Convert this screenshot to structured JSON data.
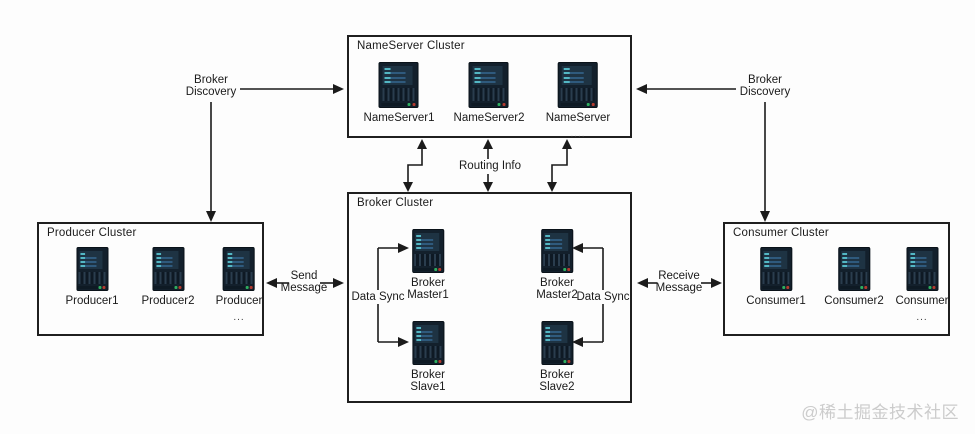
{
  "clusters": {
    "nameserver": {
      "title": "NameServer Cluster",
      "nodes": [
        {
          "label": "NameServer1"
        },
        {
          "label": "NameServer2"
        },
        {
          "label": "NameServer",
          "more": "...."
        }
      ]
    },
    "broker": {
      "title": "Broker Cluster",
      "nodes": [
        {
          "line1": "Broker",
          "line2": "Master1"
        },
        {
          "line1": "Broker",
          "line2": "Master2"
        },
        {
          "line1": "Broker",
          "line2": "Slave1"
        },
        {
          "line1": "Broker",
          "line2": "Slave2"
        }
      ]
    },
    "producer": {
      "title": "Producer Cluster",
      "nodes": [
        {
          "label": "Producer1"
        },
        {
          "label": "Producer2"
        },
        {
          "label": "Producer",
          "more": "..."
        }
      ]
    },
    "consumer": {
      "title": "Consumer Cluster",
      "nodes": [
        {
          "label": "Consumer1"
        },
        {
          "label": "Consumer2"
        },
        {
          "label": "Consumer",
          "more": "..."
        }
      ]
    }
  },
  "edges": {
    "broker_discovery_left": {
      "line1": "Broker",
      "line2": "Discovery"
    },
    "broker_discovery_right": {
      "line1": "Broker",
      "line2": "Discovery"
    },
    "routing_info": {
      "label": "Routing Info"
    },
    "send_message": {
      "line1": "Send",
      "line2": "Message"
    },
    "receive_message": {
      "line1": "Receive",
      "line2": "Message"
    },
    "data_sync_left": {
      "label": "Data Sync"
    },
    "data_sync_right": {
      "label": "Data Sync"
    }
  },
  "watermark": "@稀土掘金技术社区",
  "colors": {
    "line": "#1b1b1b",
    "server_body": "#13202c",
    "server_screen": "#1e3343",
    "screen_line_teal": "#53b7c4",
    "screen_line_blue": "#2f5a7d",
    "led_green": "#2fae60",
    "led_red": "#b23b30",
    "watermark": "#cccccc"
  }
}
